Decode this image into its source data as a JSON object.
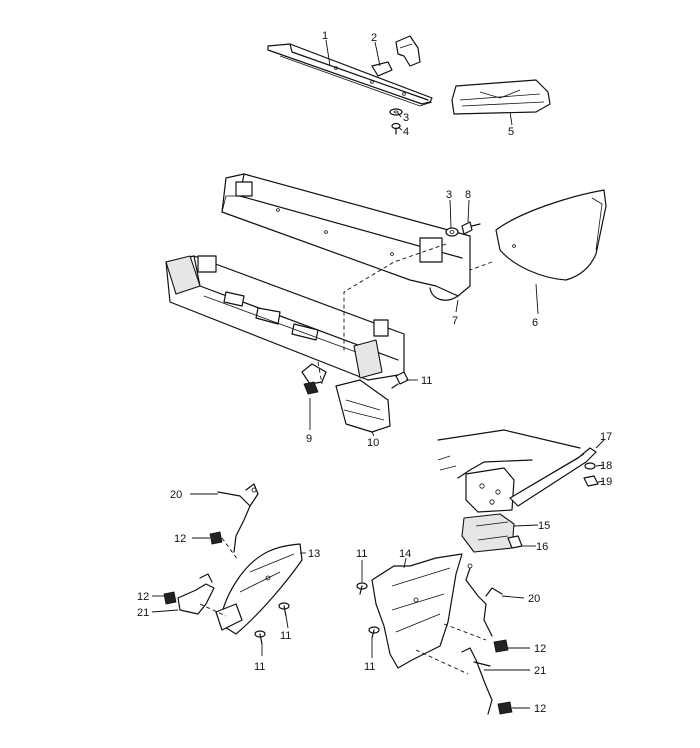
{
  "diagram": {
    "labels": {
      "l1": "1",
      "l2": "2",
      "l3a": "3",
      "l4": "4",
      "l5": "5",
      "l3b": "3",
      "l8": "8",
      "l6": "6",
      "l7": "7",
      "l11a": "11",
      "l9": "9",
      "l10": "10",
      "l17": "17",
      "l18": "18",
      "l19": "19",
      "l15": "15",
      "l16": "16",
      "l20a": "20",
      "l12a": "12",
      "l13": "13",
      "l12b": "12",
      "l21a": "21",
      "l11b": "11",
      "l11c": "11",
      "l11d": "11",
      "l14": "14",
      "l20b": "20",
      "l12c": "12",
      "l11e": "11",
      "l21b": "21",
      "l12d": "12"
    }
  }
}
